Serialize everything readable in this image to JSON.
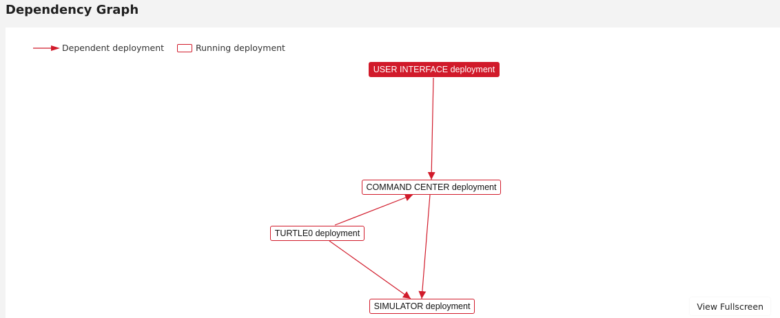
{
  "page": {
    "title": "Dependency Graph"
  },
  "legend": {
    "arrow_label": "Dependent deployment",
    "box_label": "Running deployment"
  },
  "graph": {
    "nodes": [
      {
        "id": "ui",
        "label": "USER INTERFACE deployment",
        "active": true
      },
      {
        "id": "cmd",
        "label": "COMMAND CENTER deployment",
        "active": false
      },
      {
        "id": "turtle",
        "label": "TURTLE0 deployment",
        "active": false
      },
      {
        "id": "sim",
        "label": "SIMULATOR deployment",
        "active": false
      }
    ],
    "edges": [
      {
        "from": "ui",
        "to": "cmd"
      },
      {
        "from": "turtle",
        "to": "cmd"
      },
      {
        "from": "turtle",
        "to": "sim"
      },
      {
        "from": "cmd",
        "to": "sim"
      }
    ]
  },
  "actions": {
    "fullscreen_label": "View Fullscreen"
  },
  "colors": {
    "accent": "#d11a2a"
  }
}
